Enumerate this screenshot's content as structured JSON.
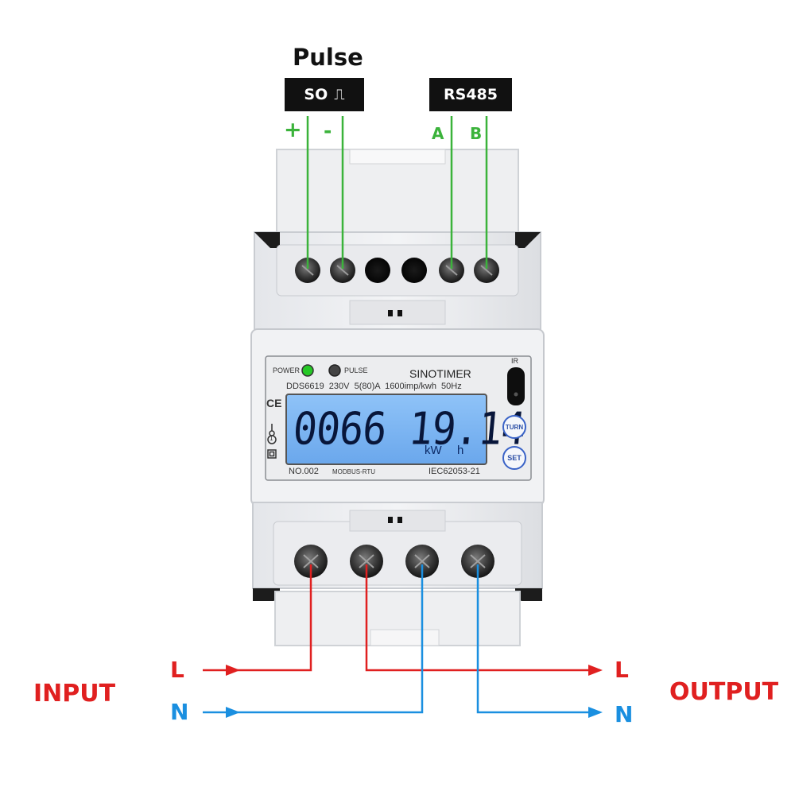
{
  "header": {
    "pulse_title": "Pulse",
    "so_label": "SO",
    "pulse_symbol": "⎍",
    "rs485_label": "RS485"
  },
  "terminals_top": {
    "plus": "+",
    "minus": "-",
    "a": "A",
    "b": "B"
  },
  "meter": {
    "power_label": "POWER",
    "pulse_label": "PULSE",
    "brand": "SINOTIMER",
    "spec_line": "DDS6619  230V  5(80)A  1600imp/kwh  50Hz",
    "reading": "0066 19.14",
    "unit_kw": "kW",
    "unit_h": "h",
    "ir_label": "IR",
    "turn_label": "TURN",
    "set_label": "SET",
    "number": "NO.002",
    "protocol": "MODBUS-RTU",
    "standard": "IEC62053-21",
    "mark_ce": "CE",
    "mark_class": "1"
  },
  "wiring": {
    "input_label": "INPUT",
    "output_label": "OUTPUT",
    "line_in": "L",
    "neutral_in": "N",
    "line_out": "L",
    "neutral_out": "N"
  },
  "colors": {
    "green_wire": "#3bb33b",
    "red_wire": "#e02020",
    "blue_wire": "#1a8fe0",
    "lcd_bg": "#7fb6f2"
  }
}
